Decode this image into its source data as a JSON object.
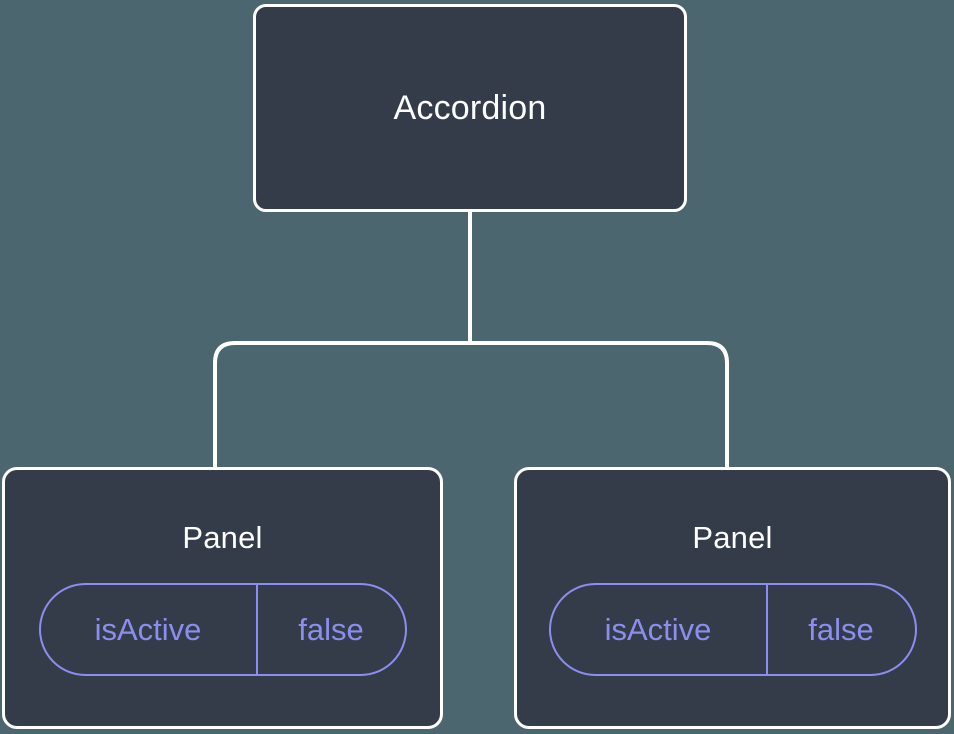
{
  "diagram": {
    "type": "component-tree",
    "background_color": "#4c6670",
    "node_fill_color": "#353c49",
    "node_border_color": "#ffffff",
    "edge_color": "#ffffff",
    "accent_color": "#8b8ef0",
    "root": {
      "label": "Accordion"
    },
    "children": [
      {
        "label": "Panel",
        "state": {
          "key": "isActive",
          "value": "false"
        }
      },
      {
        "label": "Panel",
        "state": {
          "key": "isActive",
          "value": "false"
        }
      }
    ]
  }
}
